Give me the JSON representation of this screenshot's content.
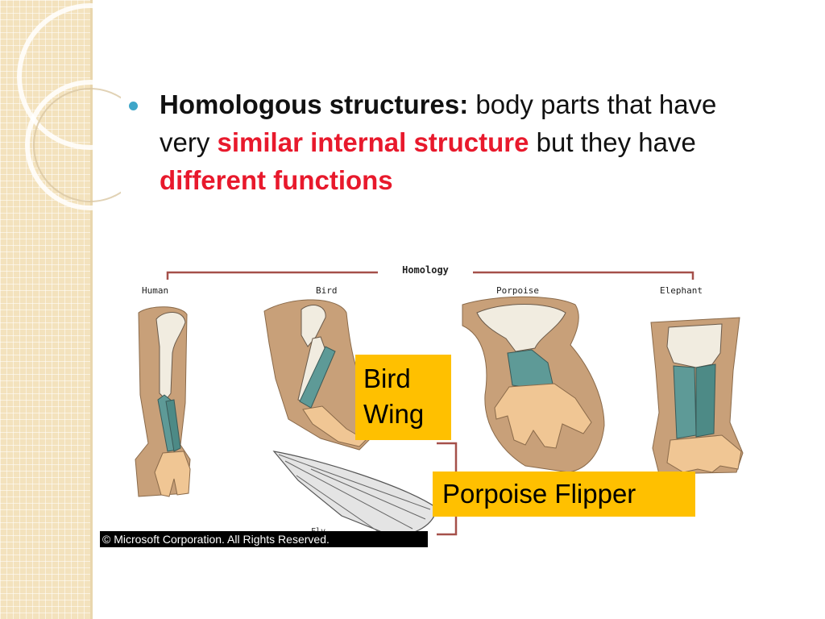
{
  "bullet": {
    "term": "Homologous structures:",
    "text_1": " body parts that have very ",
    "emphasis_1": "similar internal structure",
    "text_2": " but they have ",
    "emphasis_2": "different functions"
  },
  "figure": {
    "title": "Homology",
    "labels": {
      "human": "Human",
      "bird": "Bird",
      "porpoise": "Porpoise",
      "elephant": "Elephant",
      "fly": "Fly"
    },
    "copyright": "© Microsoft Corporation. All Rights Reserved."
  },
  "callouts": {
    "bird_wing_line1": "Bird",
    "bird_wing_line2": "Wing",
    "porpoise_flipper": "Porpoise Flipper"
  },
  "colors": {
    "skin": "#c8a079",
    "bone": "#f1ece0",
    "forearm_bone": "#5e9a97",
    "hand_bone": "#f0c694",
    "callout": "#ffc000",
    "emphasis": "#e8192c",
    "bracket": "#a5504a"
  }
}
